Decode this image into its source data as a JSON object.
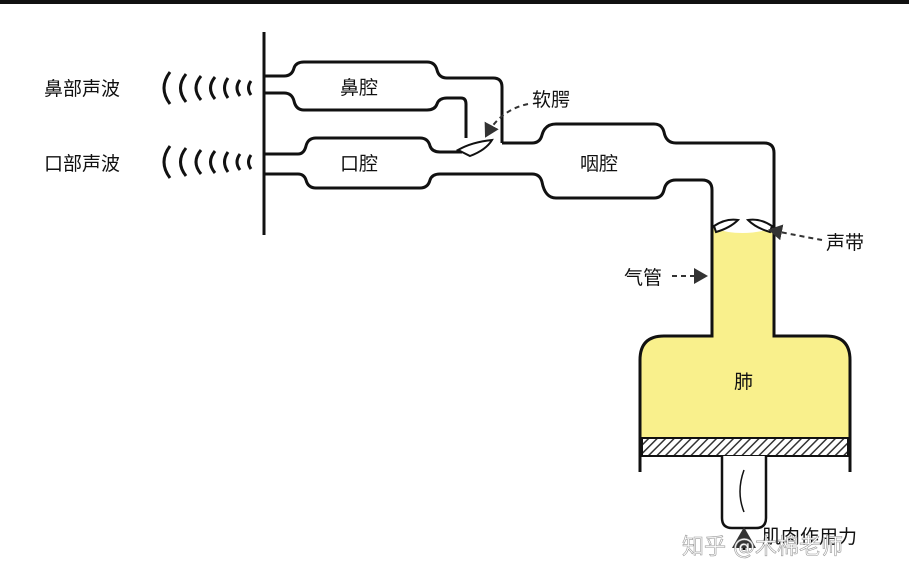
{
  "labels": {
    "nasal_wave": "鼻部声波",
    "oral_wave": "口部声波",
    "nasal_cavity": "鼻腔",
    "oral_cavity": "口腔",
    "soft_palate": "软腭",
    "pharynx": "咽腔",
    "vocal_cords": "声带",
    "trachea": "气管",
    "lung": "肺",
    "muscle_force": "肌肉作用力"
  },
  "watermark": "知乎 @木棉老师",
  "colors": {
    "lung_fill": "#f9f08c",
    "outline": "#111111",
    "hatch": "#333333"
  }
}
